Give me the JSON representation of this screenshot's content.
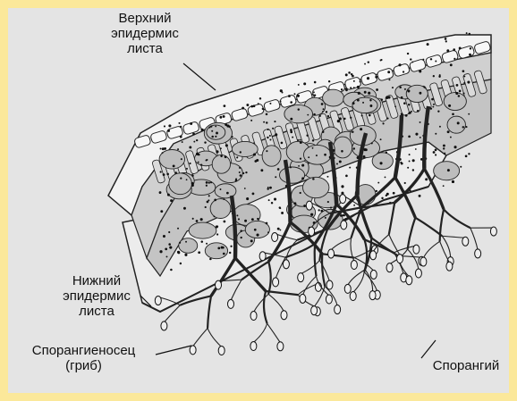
{
  "labels": {
    "upper_epidermis": [
      "Верхний",
      "эпидермис",
      "листа"
    ],
    "lower_epidermis": [
      "Нижний",
      "эпидермис",
      "листа"
    ],
    "sporangiophore": [
      "Спорангиеносец",
      "(гриб)"
    ],
    "sporangium": "Спорангий"
  },
  "colors": {
    "border": "#fbe89a",
    "background": "#e4e4e4",
    "ink": "#111111"
  }
}
